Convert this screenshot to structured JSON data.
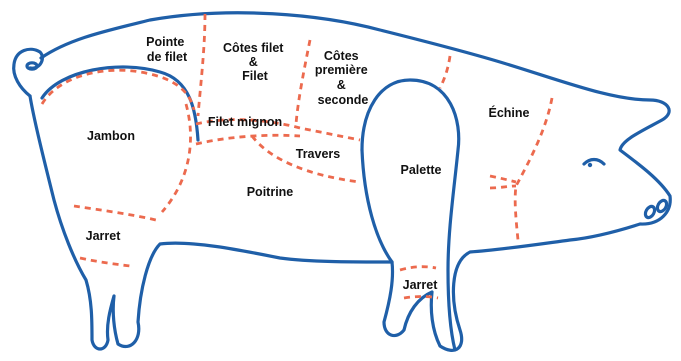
{
  "labels": {
    "pointe_line1": "Pointe",
    "pointe_line2": "de filet",
    "cotes_filet_line1": "Côtes filet",
    "cotes_filet_line2": "&",
    "cotes_filet_line3": "Filet",
    "cotes_premiere_line1": "Côtes",
    "cotes_premiere_line2": "première",
    "cotes_premiere_line3": "&",
    "cotes_premiere_line4": "seconde",
    "jambon": "Jambon",
    "filet_mignon": "Filet mignon",
    "travers": "Travers",
    "palette": "Palette",
    "echine": "Échine",
    "poitrine": "Poitrine",
    "jarret_rear": "Jarret",
    "jarret_front": "Jarret"
  },
  "colors": {
    "outline": "#1f5fa8",
    "cut_lines": "#ec6a4e",
    "label_text": "#111111"
  }
}
